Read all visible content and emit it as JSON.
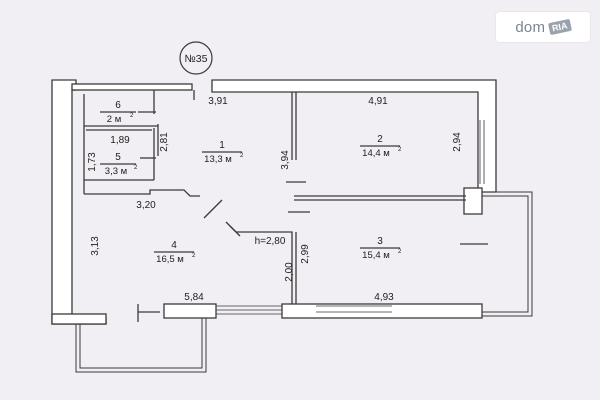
{
  "watermark": {
    "word": "dom",
    "badge": "RIA"
  },
  "badge": {
    "label": "№35"
  },
  "ceiling_height": "h=2,80",
  "rooms": [
    {
      "number": "1",
      "area": "13,3 м"
    },
    {
      "number": "2",
      "area": "14,4 м"
    },
    {
      "number": "3",
      "area": "15,4 м"
    },
    {
      "number": "4",
      "area": "16,5 м"
    },
    {
      "number": "5",
      "area": "3,3 м"
    },
    {
      "number": "6",
      "area": "2 м"
    }
  ],
  "area_unit_sup": "2",
  "dimensions": {
    "top_left": "3,91",
    "top_right": "4,91",
    "bath_width": "1,89",
    "bath_depth": "2,81",
    "wc_height": "1,73",
    "corridor_wall": "3,94",
    "right_wall": "2,94",
    "room4_width": "3,20",
    "room4_height": "3,13",
    "partition_upper": "2,99",
    "partition_lower": "2,00",
    "bottom_left": "5,84",
    "bottom_right": "4,93"
  }
}
